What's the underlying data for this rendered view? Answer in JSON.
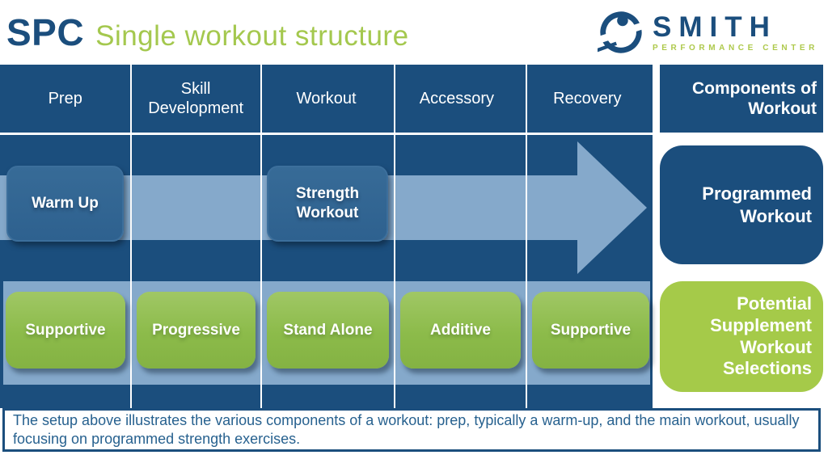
{
  "page_title": {
    "brand": "SPC",
    "subtitle": "Single workout structure"
  },
  "logo": {
    "name": "SMITH",
    "tagline": "PERFORMANCE CENTER",
    "icon": "runner-circle-icon"
  },
  "grid": {
    "column_headers": [
      "Prep",
      "Skill Development",
      "Workout",
      "Accessory",
      "Recovery"
    ],
    "right_header": "Components of Workout",
    "programmed_items": [
      {
        "label": "Warm Up",
        "column": "Prep"
      },
      {
        "label": "Strength Workout",
        "column": "Workout"
      }
    ],
    "supplement_items": [
      "Supportive",
      "Progressive",
      "Stand Alone",
      "Additive",
      "Supportive"
    ],
    "right_programmed": "Programmed Workout",
    "right_supplement": "Potential Supplement Workout Selections"
  },
  "footer": {
    "text": "The setup above illustrates the various components of a workout: prep, typically a warm-up, and the main workout, usually focusing on programmed strength exercises."
  },
  "colors": {
    "navy": "#1b4e7d",
    "steel_blue": "#85a9cb",
    "box_blue": "#2e618f",
    "green": "#8cbb4a",
    "lime": "#a5ca49",
    "title_green": "#a4c84e"
  }
}
